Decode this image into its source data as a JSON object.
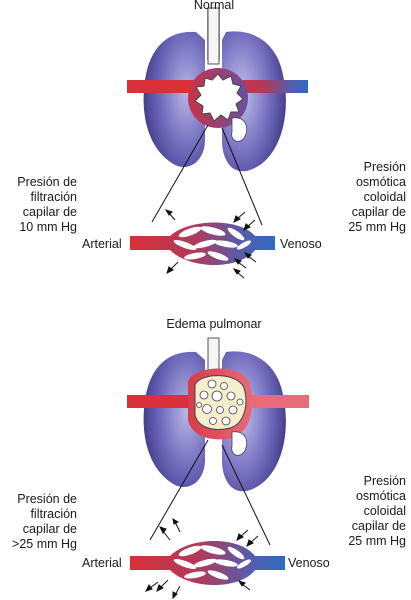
{
  "panels": [
    {
      "title": "Normal",
      "left_label": [
        "Presión de",
        "filtración",
        "capilar de",
        "10 mm Hg"
      ],
      "right_label": [
        "Presión",
        "osmótica",
        "coloidal",
        "capilar de",
        "25 mm Hg"
      ],
      "arterial": "Arterial",
      "venous": "Venoso"
    },
    {
      "title": "Edema pulmonar",
      "left_label": [
        "Presión de",
        "filtración",
        "capilar de",
        ">25 mm Hg"
      ],
      "right_label": [
        "Presión",
        "osmótica",
        "coloidal",
        "capilar de",
        "25 mm Hg"
      ],
      "arterial": "Arterial",
      "venous": "Venoso"
    }
  ],
  "colors": {
    "lung_dark": "#4a4591",
    "lung_light": "#b3b0e3",
    "arterial": "#d9303a",
    "venous": "#2f6cc1",
    "capillary_white": "#ffffff",
    "edema_fill": "#f4eecf"
  }
}
